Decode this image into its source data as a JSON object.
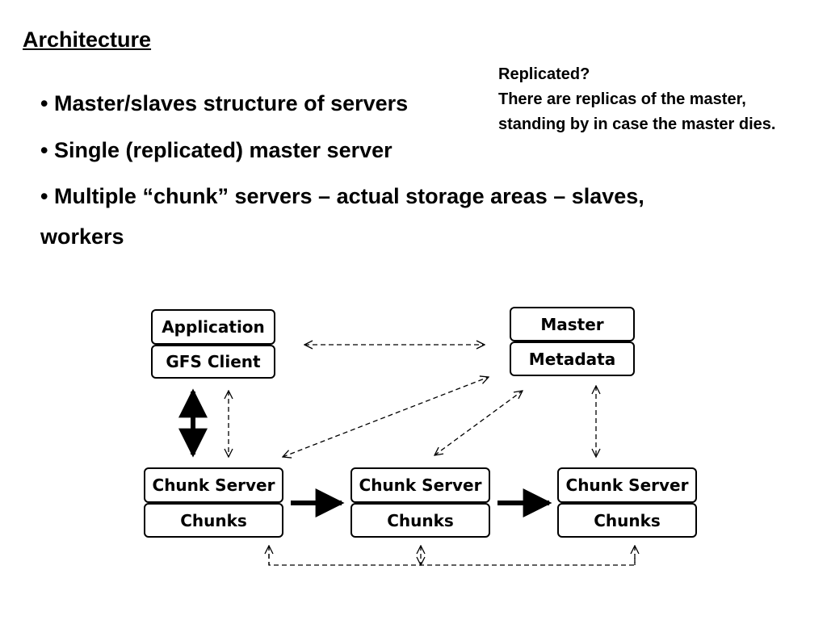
{
  "slide": {
    "title": "Architecture",
    "note_lines": [
      "Replicated?",
      "There are replicas of the master,",
      "standing by in case the master dies."
    ],
    "bullets": [
      "• Master/slaves structure of servers",
      "• Single (replicated) master server",
      "•  Multiple “chunk” servers – actual storage areas – slaves,",
      "workers"
    ]
  },
  "diagram": {
    "application_label": "Application",
    "gfs_client_label": "GFS Client",
    "master_label": "Master",
    "metadata_label": "Metadata",
    "chunk_servers": [
      {
        "server_label": "Chunk Server",
        "chunks_label": "Chunks"
      },
      {
        "server_label": "Chunk Server",
        "chunks_label": "Chunks"
      },
      {
        "server_label": "Chunk Server",
        "chunks_label": "Chunks"
      }
    ]
  }
}
